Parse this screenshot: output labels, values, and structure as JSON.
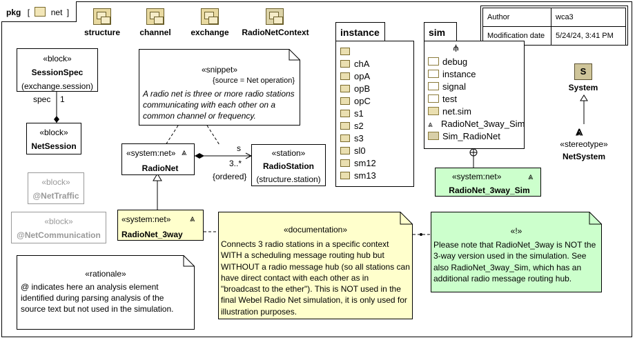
{
  "frame": {
    "keyword": "pkg",
    "open_bracket": "[",
    "name": "net",
    "close_bracket": "]"
  },
  "packages": [
    {
      "label": "structure"
    },
    {
      "label": "channel"
    },
    {
      "label": "exchange"
    },
    {
      "label": "RadioNetContext"
    }
  ],
  "meta": {
    "author_label": "Author",
    "author_value": "wca3",
    "modified_label": "Modification date",
    "modified_value": "5/24/24, 3:41 PM"
  },
  "session_spec": {
    "stereotype": "«block»",
    "name": "SessionSpec",
    "sub": "(exchange.session)"
  },
  "net_session": {
    "stereotype": "«block»",
    "name": "NetSession"
  },
  "spec_assoc": {
    "role": "spec",
    "mult": "1"
  },
  "snippet": {
    "stereotype": "«snippet»",
    "tag": "{source = Net operation}",
    "text": "A radio net is three or more radio stations communicating with each other on a common channel or frequency."
  },
  "radio_net": {
    "stereotype": "«system:net»",
    "name": "RadioNet"
  },
  "radio_station": {
    "stereotype": "«station»",
    "name": "RadioStation",
    "sub": "(structure.station)"
  },
  "assoc": {
    "role": "s",
    "mult": "3..*",
    "ordered": "{ordered}"
  },
  "net_traffic": {
    "stereotype": "«block»",
    "name": "@NetTraffic"
  },
  "net_communication": {
    "stereotype": "«block»",
    "name": "@NetCommunication"
  },
  "radio_net_3way": {
    "stereotype": "«system:net»",
    "name": "RadioNet_3way"
  },
  "rationale": {
    "stereotype": "«rationale»",
    "text": "@ indicates here an analysis element identified during parsing analysis of the source text but not used in the simulation."
  },
  "documentation": {
    "stereotype": "«documentation»",
    "text": "Connects 3 radio stations in a specific context WITH a scheduling message routing hub but WITHOUT a radio message hub (so all stations can have direct contact with each other as in \"broadcast to the ether\"). This is NOT used in the final Webel Radio Net simulation, it is only used for illustration purposes."
  },
  "warning": {
    "stereotype": "«!»",
    "text": "Please note that RadioNet_3way is NOT the 3-way version used in the simulation. See also RadioNet_3way_Sim, which has an additional radio message routing hub."
  },
  "instance": {
    "title": "instance",
    "items": [
      "",
      "chA",
      "opA",
      "opB",
      "opC",
      "s1",
      "s2",
      "s3",
      "sl0",
      "sm12",
      "sm13"
    ]
  },
  "sim": {
    "title": "sim",
    "items": [
      {
        "icon": "folder-icon",
        "label": "debug"
      },
      {
        "icon": "folder-icon",
        "label": "instance"
      },
      {
        "icon": "folder-icon",
        "label": "signal"
      },
      {
        "icon": "folder-icon",
        "label": "test"
      },
      {
        "icon": "package-icon",
        "label": "net.sim"
      },
      {
        "icon": "antenna-icon",
        "label": "RadioNet_3way_Sim"
      },
      {
        "icon": "block-icon",
        "label": "Sim_RadioNet"
      }
    ]
  },
  "radio_net_sim": {
    "stereotype": "«system:net»",
    "name": "RadioNet_3way_Sim"
  },
  "system": {
    "name": "System"
  },
  "net_system": {
    "stereotype": "«stereotype»",
    "name": "NetSystem"
  },
  "colors": {
    "note_yellow": "#ffffcc",
    "note_green": "#ccffcc",
    "block_yellow": "#ffffcc",
    "block_green": "#ccffcc"
  }
}
